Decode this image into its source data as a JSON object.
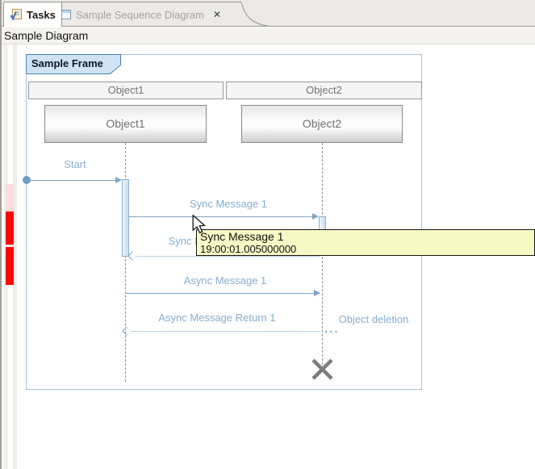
{
  "tabbar": {
    "tabs": [
      {
        "label": "Tasks",
        "active": true
      },
      {
        "label": "Sample Sequence Diagram",
        "active": false
      }
    ],
    "close_glyph": "✕"
  },
  "view_header": {
    "title": "Sample Diagram"
  },
  "diagram": {
    "frame_label": "Sample Frame",
    "objects": [
      {
        "header_label": "Object1",
        "box_label": "Object1"
      },
      {
        "header_label": "Object2",
        "box_label": "Object2"
      }
    ],
    "messages": [
      {
        "label": "Start",
        "type": "found"
      },
      {
        "label": "Sync Message 1",
        "type": "sync"
      },
      {
        "label": "Sync Message Return 1",
        "type": "sync-return"
      },
      {
        "label": "Async Message 1",
        "type": "async"
      },
      {
        "label": "Async Message Return 1",
        "type": "async-return"
      }
    ],
    "object_deletion_label": "Object deletion",
    "ellipsis": "..."
  },
  "tooltip": {
    "title": "Sync Message 1",
    "timestamp": "19:00:01.005000000"
  },
  "colors": {
    "accent_blue": "#87add2",
    "arrow_blue": "#7da4c8",
    "frame_border": "#a7c3db",
    "frame_label_bg": "#cfe3f4",
    "frame_label_border": "#4f81ad",
    "tooltip_bg": "#f8f8c5",
    "marker_red": "#f90606",
    "marker_pink": "#fbdbdb",
    "lifeline_gray": "#8f8f8f"
  }
}
